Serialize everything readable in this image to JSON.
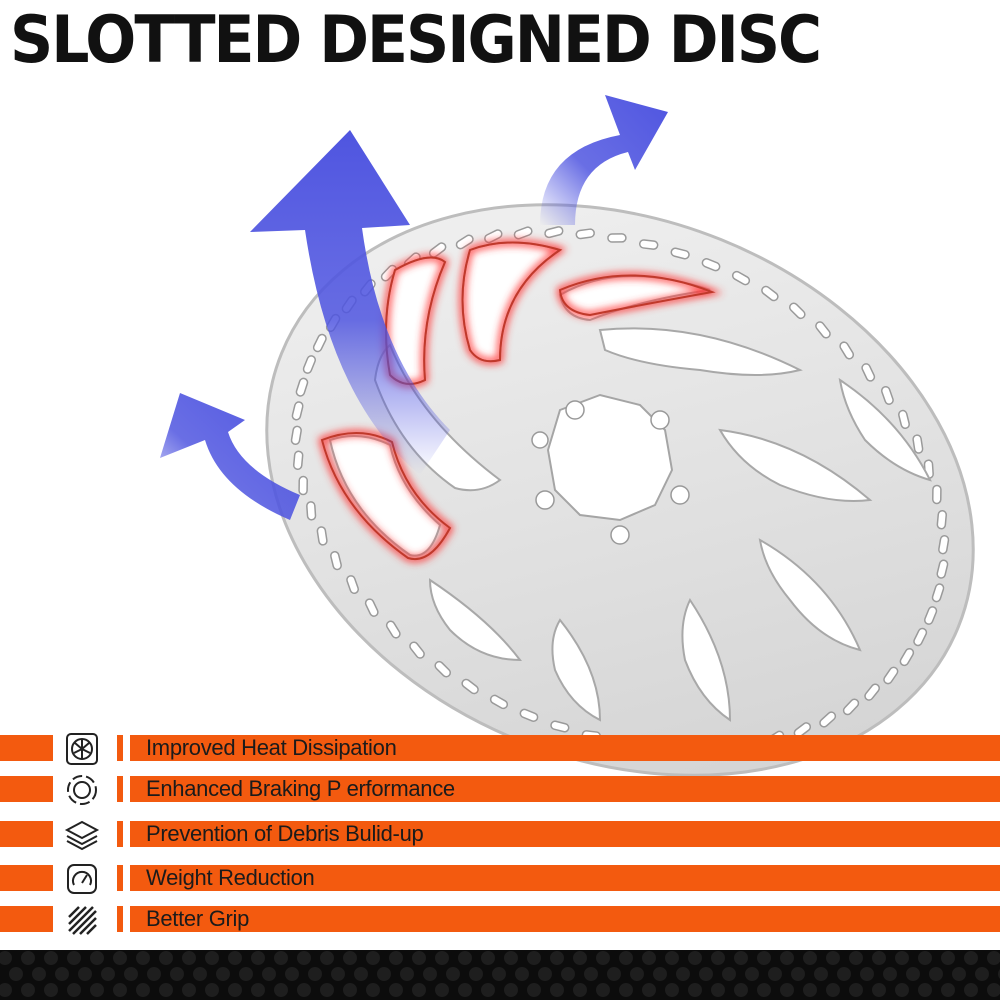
{
  "title": "SLOTTED DESIGNED DISC",
  "colors": {
    "accent": "#f35a0f",
    "arrow": "#4f55e0",
    "hot_glow": "#ff3b3b",
    "disc": "#ececec",
    "footer": "#0c0c0c"
  },
  "features": [
    {
      "label": "Improved Heat Dissipation",
      "icon": "fan-heat-icon"
    },
    {
      "label": "Enhanced Braking P  erformance",
      "icon": "brake-disc-icon"
    },
    {
      "label": "Prevention of Debris Bulid-up",
      "icon": "layers-icon"
    },
    {
      "label": "Weight Reduction",
      "icon": "gauge-icon"
    },
    {
      "label": "Better Grip",
      "icon": "grip-texture-icon"
    }
  ]
}
